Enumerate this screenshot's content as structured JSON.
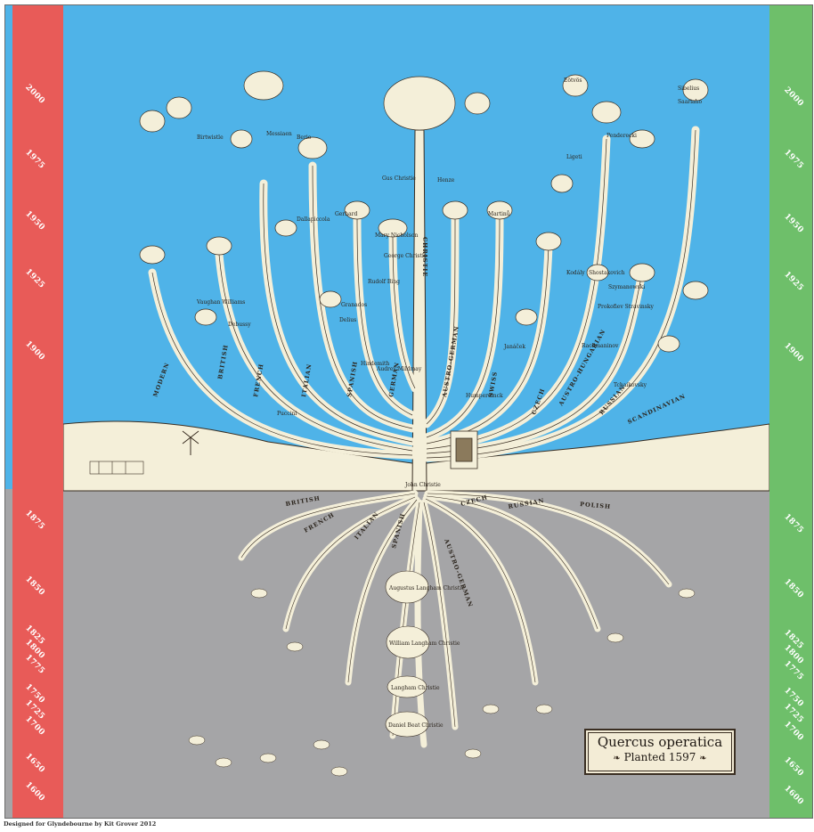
{
  "left_years": [
    "2000",
    "1975",
    "1950",
    "1925",
    "1900",
    "1875",
    "1850",
    "1825",
    "1800",
    "1775",
    "1750",
    "1725",
    "1700",
    "1650",
    "1600"
  ],
  "right_years": [
    "2000",
    "1975",
    "1950",
    "1925",
    "1900",
    "1875",
    "1850",
    "1825",
    "1800",
    "1775",
    "1750",
    "1725",
    "1700",
    "1650",
    "1600"
  ],
  "trunk_label": "CHRISTIE",
  "trunk_base_label": "John Christie",
  "branches": [
    "MODERN",
    "BRITISH",
    "FRENCH",
    "ITALIAN",
    "SPANISH",
    "GERMAN",
    "AUSTRO-GERMAN",
    "SWISS",
    "CZECH",
    "AUSTRO-HUNGARIAN",
    "RUSSIAN",
    "SCANDINAVIAN"
  ],
  "roots": [
    "BRITISH",
    "FRENCH",
    "ITALIAN",
    "SPANISH",
    "AUSTRO-GERMAN",
    "CZECH",
    "RUSSIAN",
    "POLISH"
  ],
  "tree_names": {
    "gus": "Gus Christie",
    "mary": "Mary Nicholson",
    "george": "George Christie",
    "rudolf": "Rudolf Bing",
    "audrey": "Audrey Mildmay",
    "vaughan": "Vaughan Williams",
    "birtwistle": "Birtwistle",
    "messiaen": "Messiaen",
    "dallapiccola": "Dallapiccola",
    "gerhard": "Gerhard",
    "henze": "Henze",
    "martinu": "Martinů",
    "janacek": "Janáček",
    "kodaly": "Kodály",
    "shostakovich": "Shostakovich",
    "prokofiev": "Prokofiev Stravinsky",
    "szymanowski": "Szymanowski",
    "sibelius": "Sibelius",
    "puccini": "Puccini",
    "debussy": "Debussy",
    "granados": "Granados",
    "delius": "Delius",
    "hindemith": "Hindemith",
    "berio": "Berio",
    "eotvos": "Eötvös",
    "ligeti": "Ligeti",
    "penderecki": "Penderecki",
    "saariaho": "Saariaho",
    "humperdinck": "Humperdinck",
    "rachmaninov": "Rachmaninov",
    "tchaikovsky": "Tchaikovsky"
  },
  "root_names": {
    "augustus": "Augustus Langham Christie",
    "william": "William Langham Christie",
    "langham": "Langham Christie",
    "daniel": "Daniel Beat Christie"
  },
  "plaque": {
    "title": "Quercus operatica",
    "subtitle": "Planted 1597",
    "ornament": "❧"
  },
  "credit": "Designed for Glyndebourne by Kit Grover 2012",
  "colors": {
    "sky": "#4fb3e8",
    "ground": "#a5a5a7",
    "left_bar": "#e85b58",
    "right_bar": "#6ebf6a",
    "tree": "#f4efd9",
    "outline": "#3a2e22"
  }
}
